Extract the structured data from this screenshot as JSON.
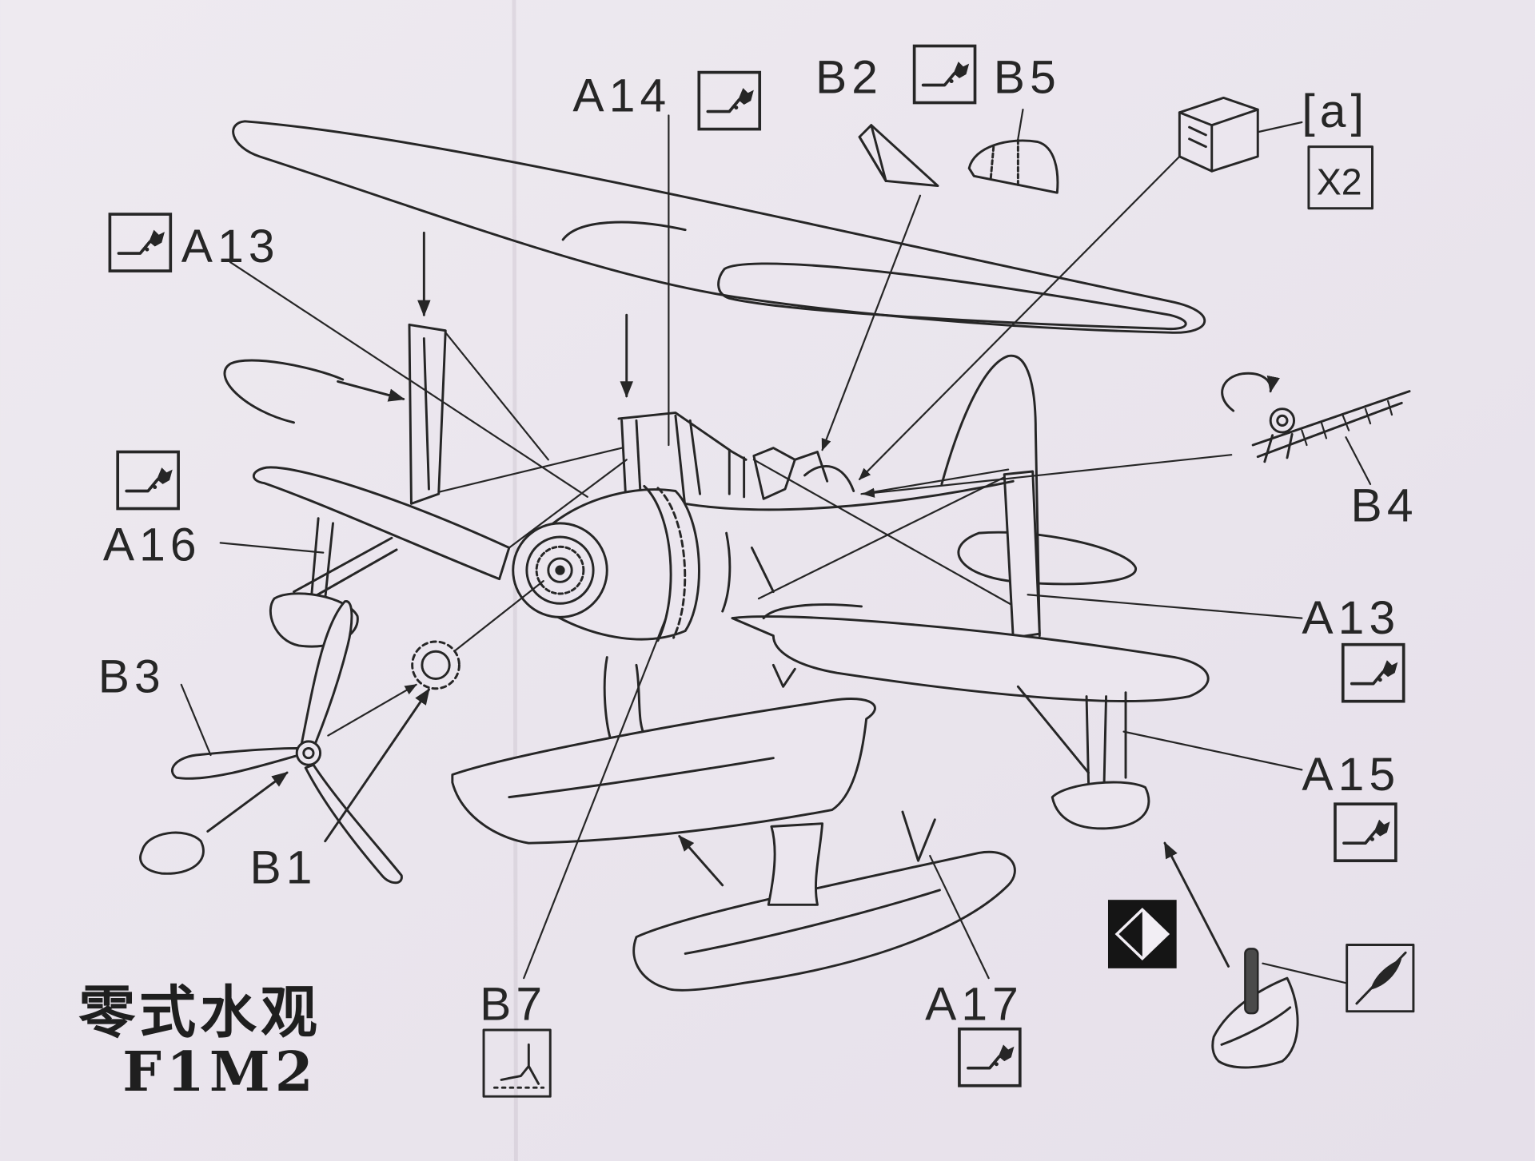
{
  "title": {
    "name_zh": "零式水观",
    "model": "F1M2"
  },
  "parts": {
    "a14": "A14",
    "b2": "B2",
    "b5": "B5",
    "a_bracket": "[a]",
    "qty": "X2",
    "a13_top": "A13",
    "a16": "A16",
    "b3": "B3",
    "b1": "B1",
    "b4": "B4",
    "a13_right": "A13",
    "a15": "A15",
    "b7": "B7",
    "a17": "A17"
  },
  "icons": {
    "glue": "glue-icon",
    "glue_sparingly": "glue-sparingly-icon",
    "paint": "black-paint-icon",
    "detail": "paint-detail-icon"
  },
  "colors": {
    "paper": "#ebe6ee",
    "ink": "#262626"
  }
}
